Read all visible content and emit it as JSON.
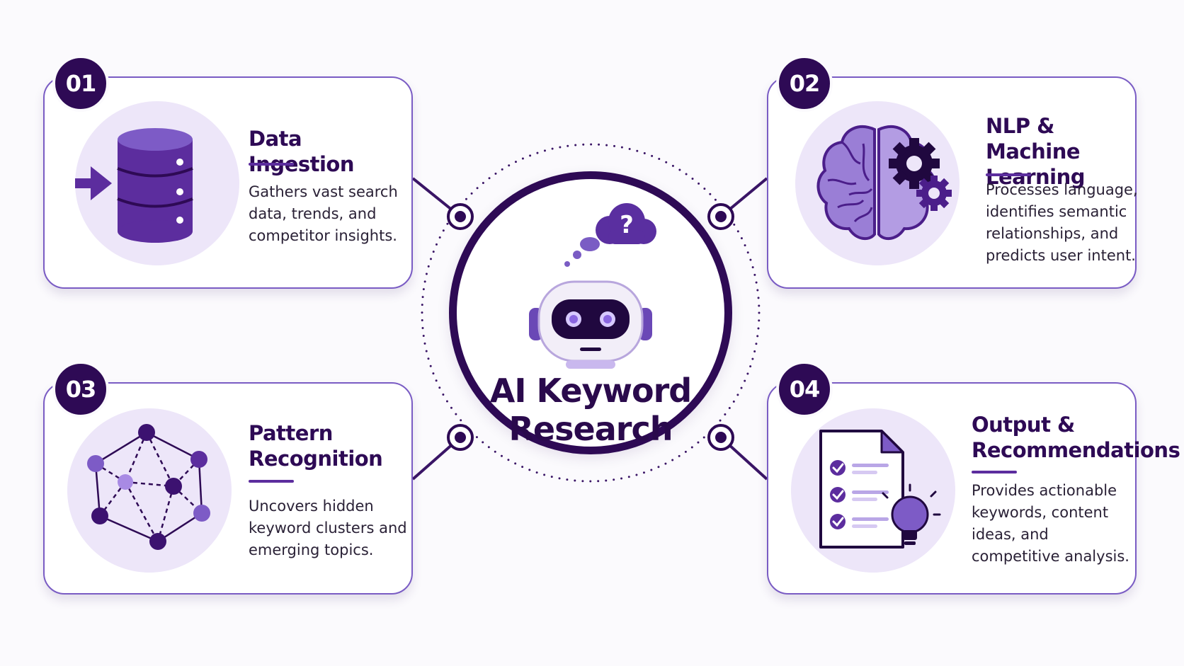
{
  "center": {
    "title_line1": "AI Keyword",
    "title_line2": "Research"
  },
  "steps": [
    {
      "number": "01",
      "title": "Data Ingestion",
      "description": "Gathers vast search data, trends, and competitor insights.",
      "icon": "database-icon"
    },
    {
      "number": "02",
      "title": "NLP & Machine Learning",
      "description": "Processes language, identifies semantic relationships, and predicts user intent.",
      "icon": "brain-gears-icon"
    },
    {
      "number": "03",
      "title": "Pattern Recognition",
      "description": "Uncovers hidden keyword clusters and emerging topics.",
      "icon": "network-graph-icon"
    },
    {
      "number": "04",
      "title": "Output & Recommendations",
      "description": "Provides actionable keywords, content ideas, and competitive analysis.",
      "icon": "checklist-document-lightbulb-icon"
    }
  ],
  "colors": {
    "primary": "#2e0a55",
    "accent": "#7a5cc4",
    "icon_fill": "#6a48b6",
    "icon_background": "#ede6f9",
    "card_border": "#7a5cc4",
    "page_background": "#fbfafd"
  }
}
